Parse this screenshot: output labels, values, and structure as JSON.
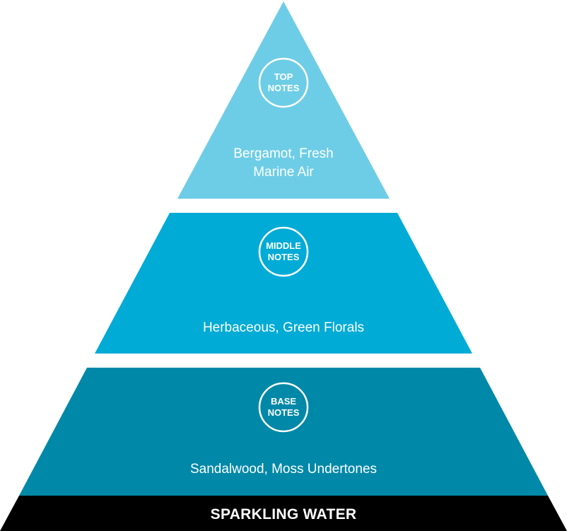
{
  "colors": {
    "top": "#6ecde6",
    "middle": "#00abd6",
    "base": "#0088a8",
    "footer": "#000000",
    "text": "#ffffff"
  },
  "tiers": [
    {
      "id": "top",
      "badge": [
        "TOP",
        "NOTES"
      ],
      "description": [
        "Bergamot, Fresh",
        "Marine Air"
      ]
    },
    {
      "id": "middle",
      "badge": [
        "MIDDLE",
        "NOTES"
      ],
      "description": [
        "Herbaceous, Green Florals"
      ]
    },
    {
      "id": "base",
      "badge": [
        "BASE",
        "NOTES"
      ],
      "description": [
        "Sandalwood, Moss Undertones"
      ]
    }
  ],
  "footer": {
    "label": "SPARKLING WATER"
  }
}
